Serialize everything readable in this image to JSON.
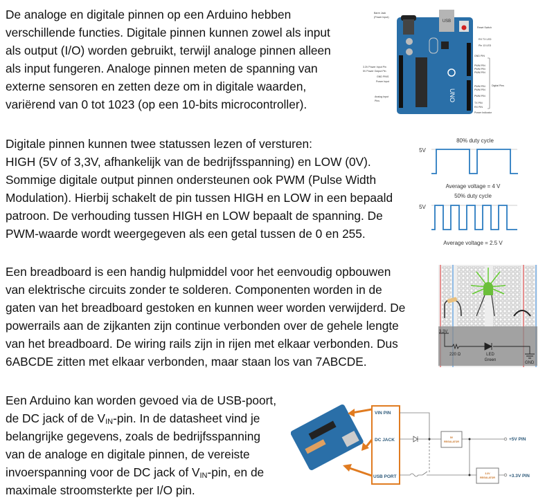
{
  "paragraphs": [
    {
      "lines": [
        "De analoge en digitale pinnen op een Arduino hebben",
        "verschillende functies. Digitale pinnen kunnen zowel als input",
        "als output (I/O) worden gebruikt, terwijl analoge pinnen alleen",
        "als input fungeren. Analoge pinnen meten de spanning van",
        "externe sensoren en zetten deze om in digitale waarden,",
        "variërend van 0 tot 1023 (op een 10-bits microcontroller)."
      ]
    },
    {
      "lines": [
        "Digitale pinnen kunnen twee statussen lezen of versturen:",
        "HIGH (5V of 3,3V, afhankelijk van de bedrijfsspanning) en LOW (0V).",
        "Sommige digitale output pinnen ondersteunen ook PWM (Pulse Width",
        "Modulation). Hierbij schakelt de pin tussen HIGH en LOW in een bepaald",
        "patroon. De verhouding tussen HIGH en LOW bepaalt de spanning. De",
        "PWM-waarde wordt weergegeven als een getal tussen de 0 en 255."
      ]
    },
    {
      "lines": [
        "Een breadboard is een handig hulpmiddel voor het eenvoudig opbouwen",
        "van elektrische circuits zonder te solderen. Componenten worden in de",
        "gaten van het breadboard gestoken en kunnen weer worden verwijderd. De",
        "powerrails aan de zijkanten zijn continue verbonden over de gehele lengte",
        "van het breadboard. De wiring rails zijn in rijen met elkaar verbonden. Dus",
        "6ABCDE zitten met elkaar verbonden, maar staan los van 7ABCDE."
      ]
    },
    {
      "lines": [
        "Een Arduino kan worden gevoed via de USB-poort,",
        "de DC jack of de V",
        "belangrijke gegevens, zoals de bedrijfsspanning",
        "van de analoge en digitale pinnen, de vereiste",
        "invoerspanning voor de DC jack of V",
        "maximale stroomsterkte per I/O pin."
      ],
      "sub": "IN",
      "line2_tail": "-pin. In de datasheet vind je",
      "line5_tail": "-pin, en de"
    }
  ],
  "arduino_figure": {
    "usb": "USB",
    "uno": "UNO",
    "left_labels": [
      "Barre Jack",
      "(Power Input)",
      "3.3V Power Input Pin",
      "5V Power Output Pin",
      "GND PINS",
      "Power Input",
      "Analog Input",
      "Pins"
    ],
    "right_labels": [
      "Reset Switch",
      "RX TX LED",
      "Pin 13 LED",
      "GND PIN",
      "PWM PIN",
      "PWM PIN",
      "PWM PIN",
      "PWM PIN",
      "PWM PIN",
      "PWM PIN",
      "TX PIN",
      "RX PIN",
      "Power Indicator"
    ],
    "digital_pins": "Digital Pins"
  },
  "pwm_figure": {
    "top": {
      "title": "80% duty cycle",
      "level": "5V",
      "duty": 0.8,
      "caption": "Average voltage = 4 V"
    },
    "bottom": {
      "title": "50% duty cycle",
      "level": "5V",
      "duty": 0.5,
      "caption": "Average voltage = 2.5 V"
    },
    "colors": {
      "wave": "#2a7bc0"
    }
  },
  "breadboard_figure": {
    "supply": "3.3V",
    "resistor": "220 Ω",
    "led": "LED",
    "led_color": "Green",
    "ground": "GND"
  },
  "power_figure": {
    "inputs": [
      "VIN PIN",
      "DC JACK",
      "USB PORT"
    ],
    "regulator_5v": [
      "5V",
      "REGULATOR"
    ],
    "regulator_33v": [
      "3.3V",
      "REGULATOR"
    ],
    "outputs": [
      "+5V PIN",
      "+3.3V PIN"
    ],
    "colors": {
      "accent": "#e07b20",
      "label": "#2e5a7a"
    }
  }
}
